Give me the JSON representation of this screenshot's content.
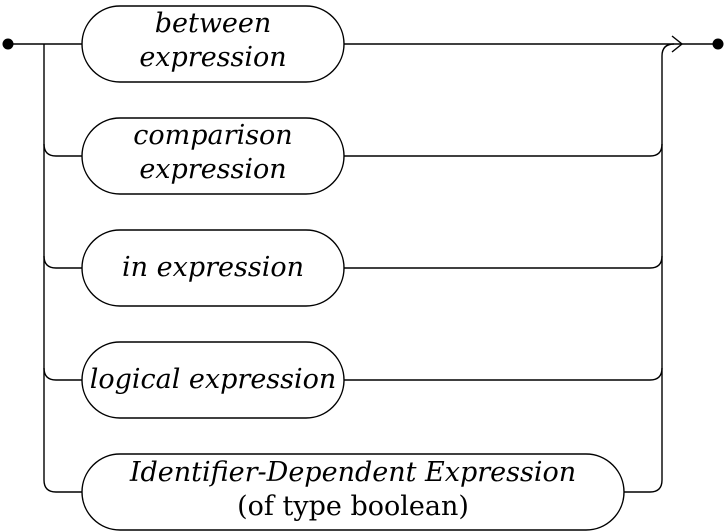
{
  "diagram": {
    "alternatives": [
      {
        "lines": [
          "between",
          "expression"
        ]
      },
      {
        "lines": [
          "comparison",
          "expression"
        ]
      },
      {
        "lines": [
          "in expression"
        ]
      },
      {
        "lines": [
          "logical expression"
        ]
      },
      {
        "lines": [
          "Identifier-Dependent Expression",
          "(of type boolean)"
        ]
      }
    ],
    "colors": {
      "line": "#000000",
      "background": "#ffffff"
    }
  }
}
